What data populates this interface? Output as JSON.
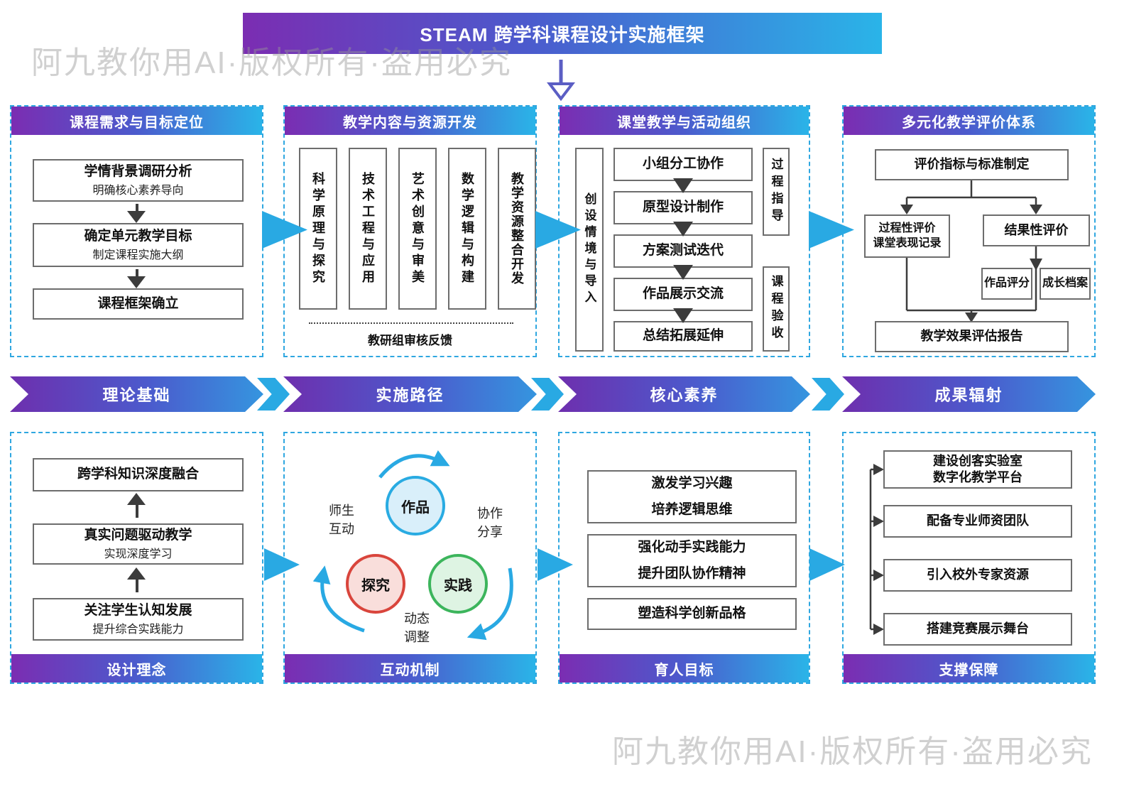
{
  "title": "STEAM 跨学科课程设计实施框架",
  "watermark": "阿九教你用AI·版权所有·盗用必究",
  "colors": {
    "gradient_start": "#7b2db2",
    "gradient_mid": "#4b5bcd",
    "gradient_end": "#2ab4e8",
    "accent_cyan": "#29a9e3",
    "panel_dashed_border": "#2fa7e0",
    "box_border": "#6d6d6d",
    "dark_arrow": "#3c3c3c",
    "title_down_arrow": "#5b5ec4",
    "circle_blue_stroke": "#29abe2",
    "circle_blue_fill": "#d9effa",
    "circle_red_stroke": "#d9453c",
    "circle_red_fill": "#f9dedb",
    "circle_green_stroke": "#3cb55c",
    "circle_green_fill": "#def4e3"
  },
  "top_panels": {
    "p1": {
      "header": "课程需求与目标定位",
      "box1": {
        "main": "学情背景调研分析",
        "sub": "明确核心素养导向"
      },
      "box2": {
        "main": "确定单元教学目标",
        "sub": "制定课程实施大纲"
      },
      "box3": {
        "main": "课程框架确立"
      }
    },
    "p2": {
      "header": "教学内容与资源开发",
      "col1": "科学原理与探究",
      "col2": "技术工程与应用",
      "col3": "艺术创意与审美",
      "col4": "数学逻辑与构建",
      "col5": "教学资源整合开发",
      "note": "教研组审核反馈"
    },
    "p3": {
      "header": "课堂教学与活动组织",
      "intro": "创设情境与导入",
      "step1": "小组分工协作",
      "step2": "原型设计制作",
      "step3": "方案测试迭代",
      "step4": "作品展示交流",
      "step5": "总结拓展延伸",
      "side1": "过程指导",
      "side2": "课程验收"
    },
    "p4": {
      "header": "多元化教学评价体系",
      "top": "评价指标与标准制定",
      "left1": "过程性评价",
      "left2": "课堂表现记录",
      "right": "结果性评价",
      "leaf1": "作品评分",
      "leaf2": "成长档案",
      "bottom": "教学效果评估报告"
    }
  },
  "banners": {
    "b1": "理论基础",
    "b2": "实施路径",
    "b3": "核心素养",
    "b4": "成果辐射"
  },
  "bottom_panels": {
    "p1": {
      "footer": "设计理念",
      "box1": {
        "main": "跨学科知识深度融合"
      },
      "box2": {
        "main": "真实问题驱动教学",
        "sub": "实现深度学习"
      },
      "box3": {
        "main": "关注学生认知发展",
        "sub": "提升综合实践能力"
      }
    },
    "p2": {
      "footer": "互动机制",
      "circle1": "作品",
      "circle2": "探究",
      "circle3": "实践",
      "label1a": "师生",
      "label1b": "互动",
      "label2a": "协作",
      "label2b": "分享",
      "label3a": "动态",
      "label3b": "调整"
    },
    "p3": {
      "footer": "育人目标",
      "box1a": "激发学习兴趣",
      "box1b": "培养逻辑思维",
      "box2a": "强化动手实践能力",
      "box2b": "提升团队协作精神",
      "box3": "塑造科学创新品格"
    },
    "p4": {
      "footer": "支撑保障",
      "box1a": "建设创客实验室",
      "box1b": "数字化教学平台",
      "box2": "配备专业师资团队",
      "box3": "引入校外专家资源",
      "box4": "搭建竞赛展示舞台"
    }
  }
}
